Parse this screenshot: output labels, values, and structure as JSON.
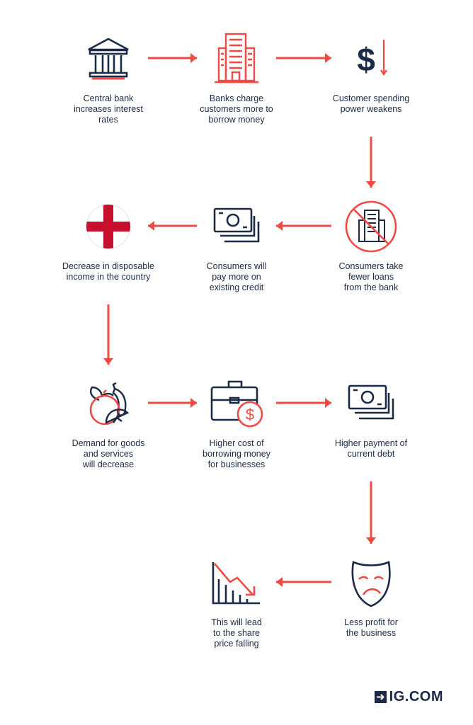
{
  "nodes": [
    {
      "id": "central-bank",
      "icon": "bank-icon",
      "label": "Central bank\nincreases interest\nrates"
    },
    {
      "id": "banks-charge",
      "icon": "office-building-icon",
      "label": "Banks charge\ncustomers more to\nborrow money"
    },
    {
      "id": "spending-weakens",
      "icon": "dollar-down-icon",
      "label": "Customer spending\npower weakens"
    },
    {
      "id": "fewer-loans",
      "icon": "no-bank-icon",
      "label": "Consumers take\nfewer loans\nfrom the bank"
    },
    {
      "id": "pay-more-credit",
      "icon": "cash-stack-icon",
      "label": "Consumers will\npay more on\nexisting credit"
    },
    {
      "id": "disposable-income",
      "icon": "england-flag-icon",
      "label": "Decrease in disposable\nincome in the country"
    },
    {
      "id": "demand-decrease",
      "icon": "fruit-icon",
      "label": "Demand for goods\nand services\nwill decrease"
    },
    {
      "id": "borrowing-cost",
      "icon": "briefcase-dollar-icon",
      "label": "Higher cost of\nborrowing money\nfor businesses"
    },
    {
      "id": "debt-payment",
      "icon": "cash-stack-icon",
      "label": "Higher payment of\ncurrent debt"
    },
    {
      "id": "less-profit",
      "icon": "sad-mask-icon",
      "label": "Less profit for\nthe business"
    },
    {
      "id": "share-price",
      "icon": "falling-chart-icon",
      "label": "This will lead\nto the share\nprice falling"
    }
  ],
  "edges": [
    [
      "central-bank",
      "banks-charge"
    ],
    [
      "banks-charge",
      "spending-weakens"
    ],
    [
      "spending-weakens",
      "fewer-loans"
    ],
    [
      "fewer-loans",
      "pay-more-credit"
    ],
    [
      "pay-more-credit",
      "disposable-income"
    ],
    [
      "disposable-income",
      "demand-decrease"
    ],
    [
      "demand-decrease",
      "borrowing-cost"
    ],
    [
      "borrowing-cost",
      "debt-payment"
    ],
    [
      "debt-payment",
      "less-profit"
    ],
    [
      "less-profit",
      "share-price"
    ]
  ],
  "colors": {
    "navy": "#1b2a47",
    "red": "#f04a45",
    "flag_red": "#c8102e"
  },
  "logo": {
    "text": "IG.COM",
    "icon": "arrow-in-box-icon"
  }
}
